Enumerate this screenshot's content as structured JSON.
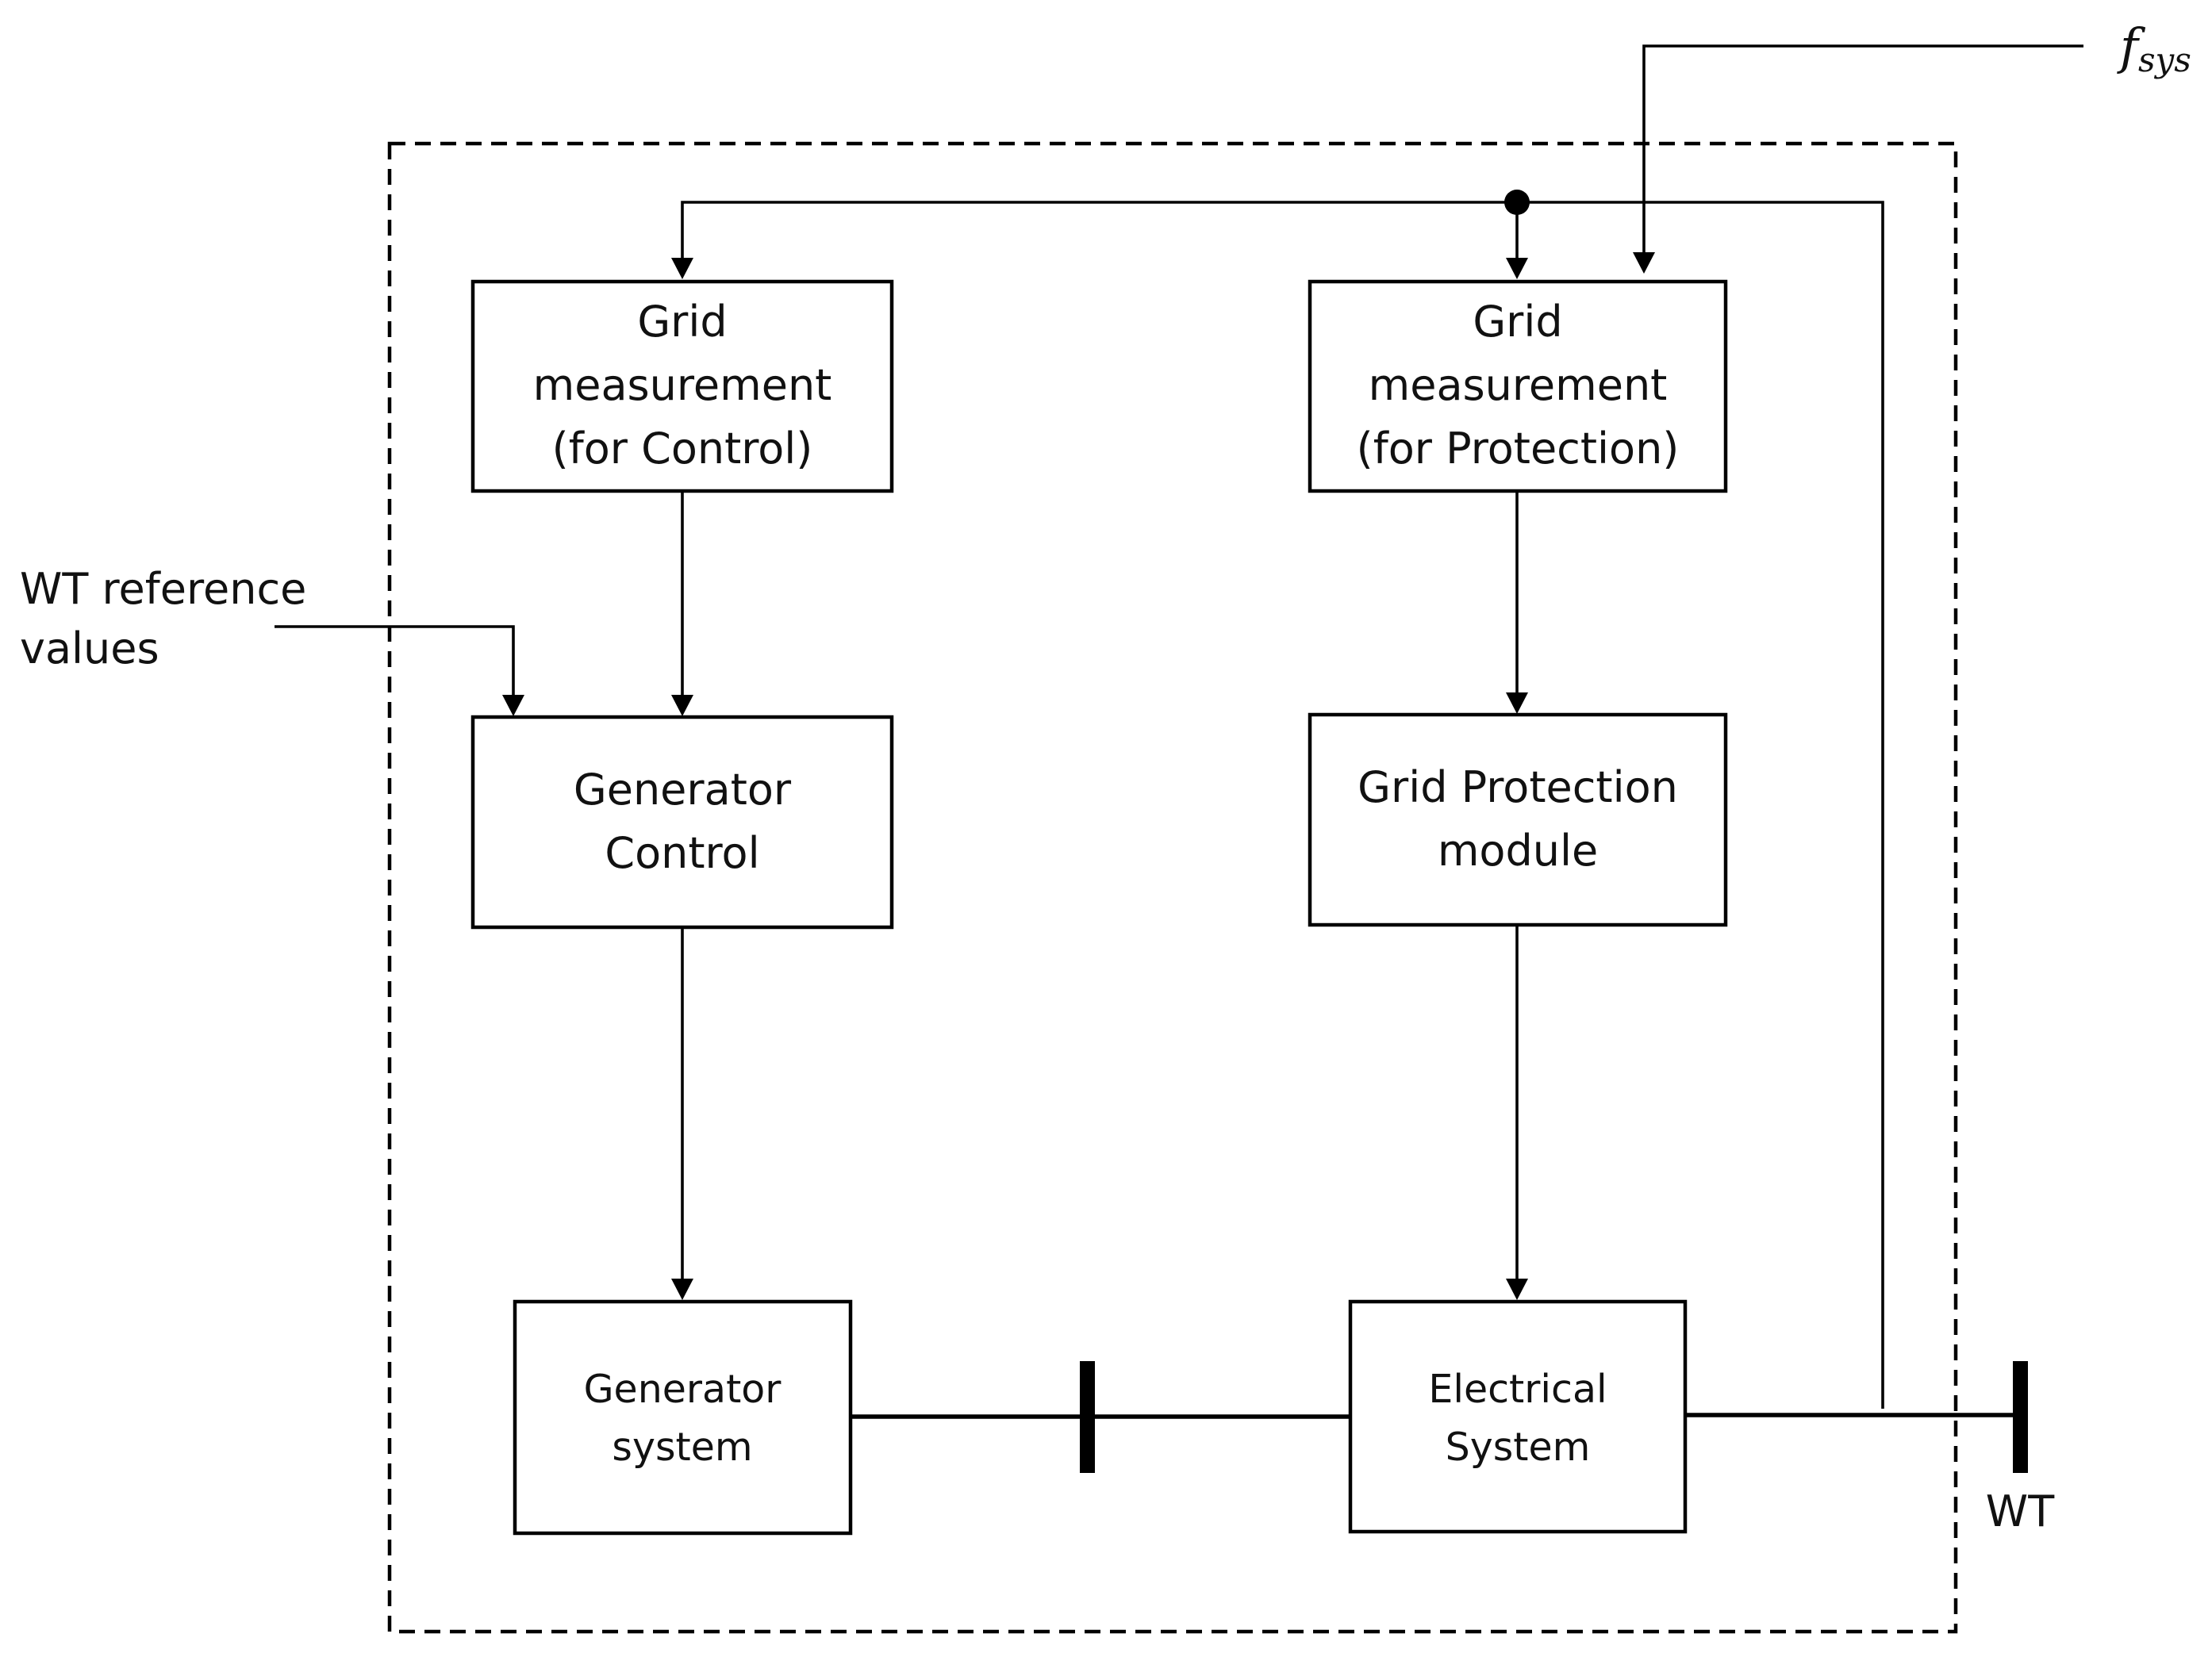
{
  "blocks": {
    "grid_meas_control": {
      "lines": [
        "Grid",
        "measurement",
        "(for Control)"
      ]
    },
    "grid_meas_protection": {
      "lines": [
        "Grid",
        "measurement",
        "(for Protection)"
      ]
    },
    "generator_control": {
      "lines": [
        "Generator",
        "Control"
      ]
    },
    "grid_protection": {
      "lines": [
        "Grid Protection",
        "module"
      ]
    },
    "generator_system": {
      "lines": [
        "Generator",
        "system"
      ]
    },
    "electrical_system": {
      "lines": [
        "Electrical",
        "System"
      ]
    }
  },
  "inputs": {
    "wt_reference": {
      "lines": [
        "WT reference",
        "values"
      ]
    },
    "fsys": {
      "symbol": "f",
      "subscript": "sys"
    }
  },
  "bus": {
    "wt_label": "WT"
  }
}
